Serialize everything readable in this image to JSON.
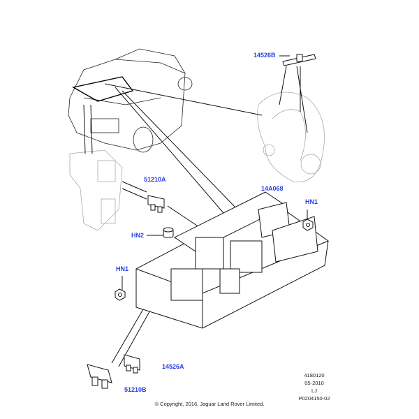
{
  "callouts": {
    "c14526B": "14526B",
    "c51210A": "51210A",
    "c14A068": "14A068",
    "cHN1_right": "HN1",
    "cHN2": "HN2",
    "cHN1_left": "HN1",
    "c14526A": "14526A",
    "c51210B": "51210B"
  },
  "reference": {
    "number": "4180120",
    "date": "05-2010",
    "code": "LJ",
    "illustration": "P0204150-02"
  },
  "copyright": "© Copyright, 2016. Jaguar Land Rover Limited.",
  "colors": {
    "callout": "#2a3fe8",
    "line": "#1a1a1a",
    "ghost": "#aaaaaa"
  }
}
